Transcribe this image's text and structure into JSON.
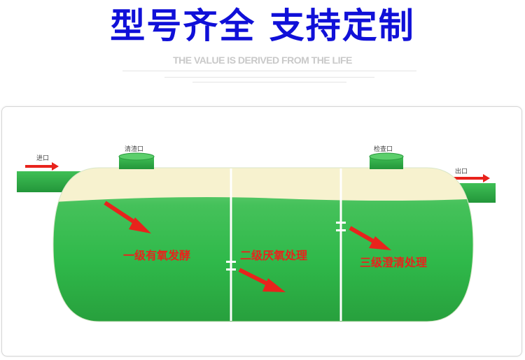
{
  "header": {
    "title": "型号齐全  支持定制",
    "subtitle": "THE VALUE IS DERIVED FROM THE LIFE"
  },
  "diagram": {
    "ports": {
      "inlet": "进口",
      "outlet": "出口",
      "cleanout": "清渣口",
      "inspection": "检查口"
    },
    "chambers": [
      {
        "label": "一级有氧发酵"
      },
      {
        "label": "二级厌氧处理"
      },
      {
        "label": "三级澄清处理"
      }
    ],
    "colors": {
      "tank_green": "#2fb94a",
      "tank_top": "#f7f2cf",
      "arrow_red": "#e8231c",
      "title_blue": "#1010d8"
    }
  }
}
